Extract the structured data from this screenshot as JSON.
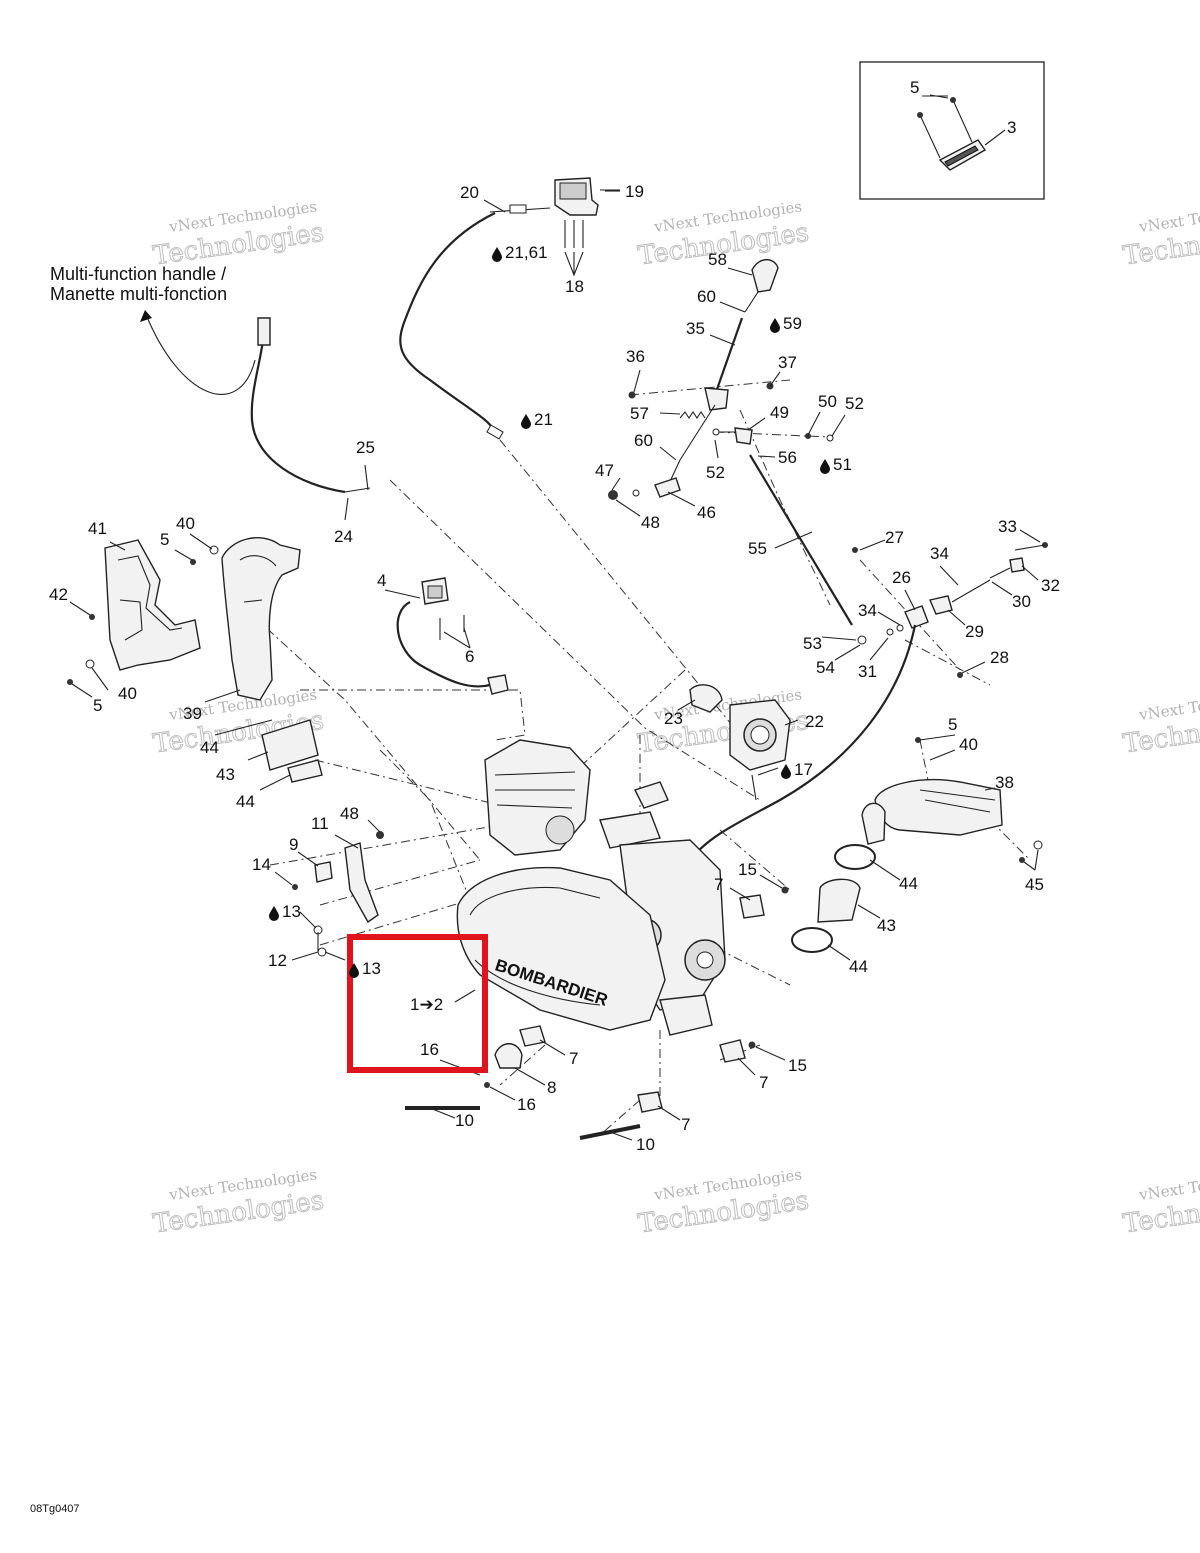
{
  "diagram": {
    "caption_line1": "Multi-function handle /",
    "caption_line2": "Manette multi-fonction",
    "figure_code": "08Tg0407",
    "brand_text": "BOMBARDIER",
    "watermark_line1": "vNext Technologies",
    "watermark_line2": "Technologies",
    "highlight_color": "#e0141c",
    "labels": {
      "l1to2": "1➔2",
      "l3": "3",
      "l4": "4",
      "l5a": "5",
      "l5b": "5",
      "l5c": "5",
      "l5d": "5",
      "l6": "6",
      "l7a": "7",
      "l7b": "7",
      "l7c": "7",
      "l7d": "7",
      "l8": "8",
      "l9": "9",
      "l10a": "10",
      "l10b": "10",
      "l11": "11",
      "l12": "12",
      "l13a": "13",
      "l13b": "13",
      "l14": "14",
      "l15a": "15",
      "l15b": "15",
      "l16a": "16",
      "l16b": "16",
      "l17": "17",
      "l18": "18",
      "l19": "19",
      "l20": "20",
      "l21_61": "21,61",
      "l21": "21",
      "l22": "22",
      "l23": "23",
      "l24": "24",
      "l25": "25",
      "l26": "26",
      "l27": "27",
      "l28": "28",
      "l29": "29",
      "l30": "30",
      "l31": "31",
      "l32": "32",
      "l33": "33",
      "l34a": "34",
      "l34b": "34",
      "l35": "35",
      "l36": "36",
      "l37": "37",
      "l38": "38",
      "l39": "39",
      "l40a": "40",
      "l40b": "40",
      "l40c": "40",
      "l41": "41",
      "l42": "42",
      "l43a": "43",
      "l43b": "43",
      "l44a": "44",
      "l44b": "44",
      "l44c": "44",
      "l44d": "44",
      "l45": "45",
      "l46": "46",
      "l47": "47",
      "l48a": "48",
      "l48b": "48",
      "l49": "49",
      "l50": "50",
      "l51": "51",
      "l52a": "52",
      "l52b": "52",
      "l53": "53",
      "l54": "54",
      "l55": "55",
      "l56": "56",
      "l57": "57",
      "l58": "58",
      "l59": "59",
      "l60a": "60",
      "l60b": "60"
    }
  }
}
